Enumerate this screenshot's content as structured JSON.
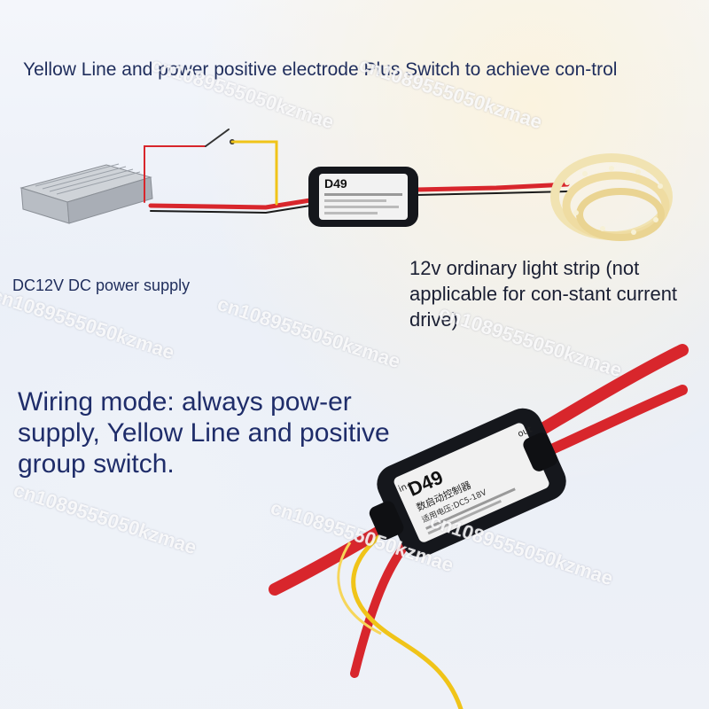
{
  "labels": {
    "top_caption": "Yellow Line and power positive electrode Plus Switch to achieve con-trol",
    "power_supply": "DC12V DC power supply",
    "light_strip": "12v ordinary light strip (not applicable for con-stant current drive)",
    "wiring_mode": "Wiring mode: always pow-er supply, Yellow Line and positive group switch."
  },
  "module": {
    "model": "D49",
    "chinese_title": "数启动控制器",
    "voltage": "适用电压:DC5-18V",
    "in_label": "in+",
    "out_label": "out"
  },
  "watermark": "cn1089555050kzmae",
  "colors": {
    "text_dark_blue": "#1f2d5c",
    "wire_red": "#d8262c",
    "wire_yellow": "#f0c419",
    "module_black": "#15171c"
  }
}
